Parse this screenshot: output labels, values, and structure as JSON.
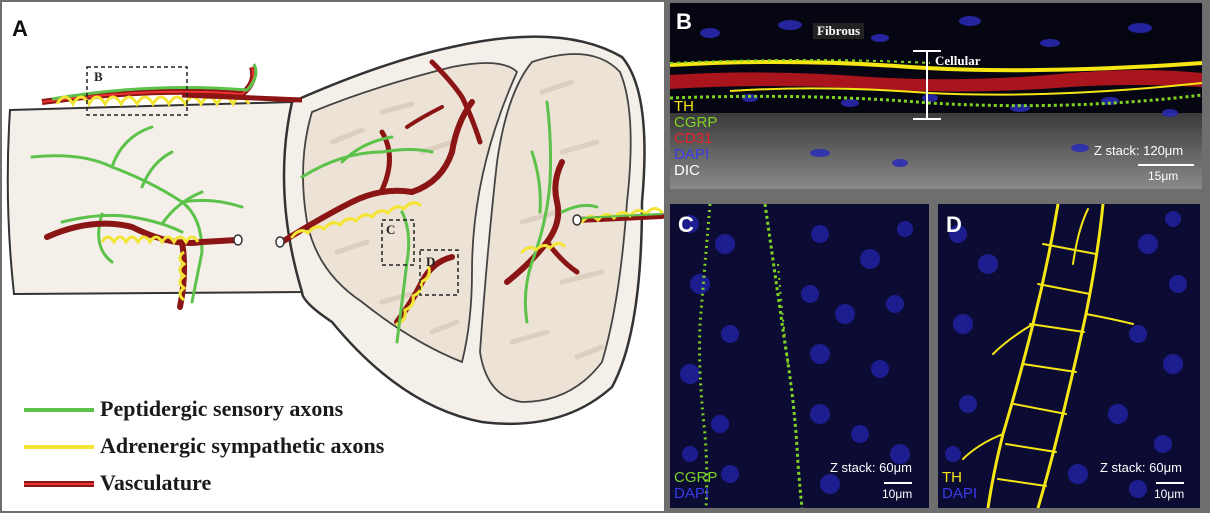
{
  "panels": {
    "a": {
      "letter": "A",
      "inset_labels": {
        "b": "B",
        "c": "C",
        "d": "D"
      }
    },
    "b": {
      "letter": "B",
      "region_labels": {
        "fibrous": "Fibrous",
        "cellular": "Cellular"
      },
      "channels": [
        {
          "label": "TH",
          "color": "#f5e614"
        },
        {
          "label": "CGRP",
          "color": "#7ed321"
        },
        {
          "label": "CD31",
          "color": "#e8262a"
        },
        {
          "label": "DAPI",
          "color": "#3a3ae8"
        },
        {
          "label": "DIC",
          "color": "#ffffff"
        }
      ],
      "zstack": "Z stack: 120μm",
      "scalebar": "15μm"
    },
    "c": {
      "letter": "C",
      "channels": [
        {
          "label": "CGRP",
          "color": "#7ed321"
        },
        {
          "label": "DAPI",
          "color": "#3a3ae8"
        }
      ],
      "zstack": "Z stack: 60μm",
      "scalebar": "10μm"
    },
    "d": {
      "letter": "D",
      "channels": [
        {
          "label": "TH",
          "color": "#f5e614"
        },
        {
          "label": "DAPI",
          "color": "#3a3ae8"
        }
      ],
      "zstack": "Z stack: 60μm",
      "scalebar": "10μm"
    }
  },
  "legend": [
    {
      "label": "Peptidergic sensory axons",
      "color": "#5cc24a",
      "icon": "green-line"
    },
    {
      "label": "Adrenergic sympathetic axons",
      "color": "#f2e533",
      "icon": "yellow-line"
    },
    {
      "label": "Vasculature",
      "color": "#c41e1e",
      "icon": "red-line"
    }
  ],
  "colors": {
    "nerve_green": "#5cc24a",
    "nerve_yellow": "#f2e533",
    "vessel_red": "#8b1414",
    "bone": "#f4efe9",
    "marrow": "#e8ddd2"
  }
}
